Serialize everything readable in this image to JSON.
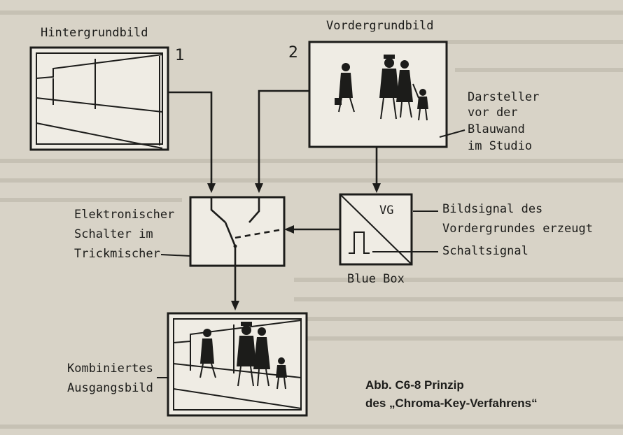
{
  "labels": {
    "background_image": "Hintergrundbild",
    "foreground_image": "Vordergrundbild",
    "number_1": "1",
    "number_2": "2",
    "actor_line1": "Darsteller",
    "actor_line2": "vor der",
    "actor_line3": "Blauwand",
    "actor_line4": "im Studio",
    "switch_line1": "Elektronischer",
    "switch_line2": "Schalter im",
    "switch_line3": "Trickmischer",
    "vg": "VG",
    "bildsignal_line1": "Bildsignal des",
    "bildsignal_line2": "Vordergrundes erzeugt",
    "schaltsignal": "Schaltsignal",
    "blue_box": "Blue Box",
    "combined_line1": "Kombiniertes",
    "combined_line2": "Ausgangsbild",
    "caption_line1": "Abb. C6-8  Prinzip",
    "caption_line2": "des „Chroma-Key-Verfahrens“"
  },
  "colors": {
    "paper": "#d8d3c7",
    "ink": "#1c1c1a",
    "box_fill": "#efece4"
  }
}
